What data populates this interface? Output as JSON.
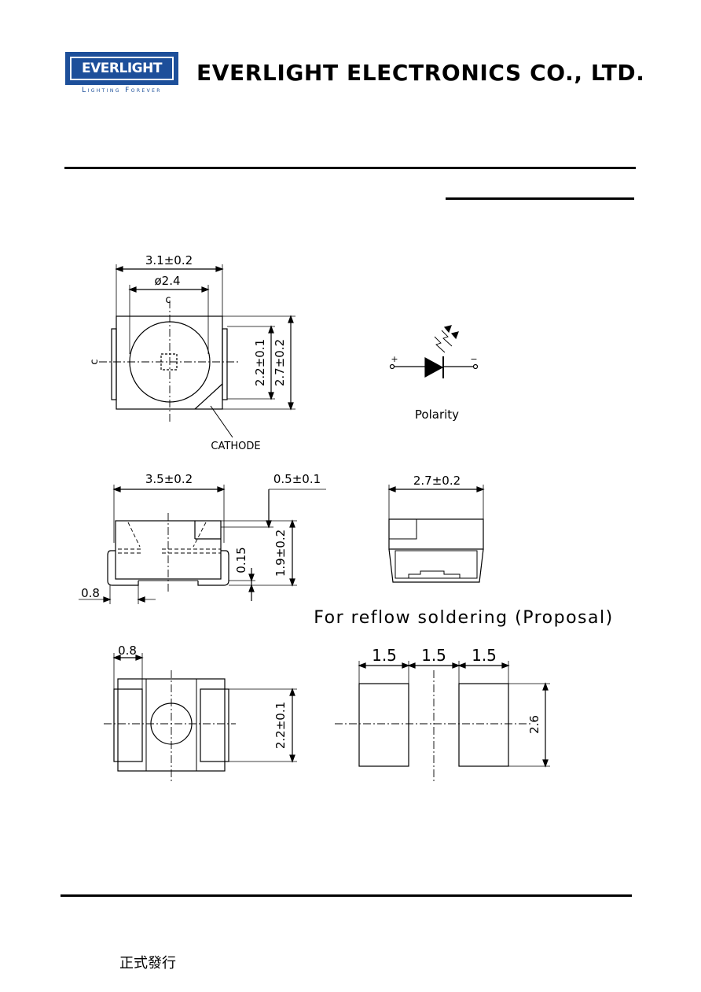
{
  "header": {
    "logo_text": "EVERLIGHT",
    "logo_tagline": "Lighting Forever",
    "company_name": "EVERLIGHT ELECTRONICS CO., LTD."
  },
  "colors": {
    "brand": "#1d4f9a",
    "line": "#000000"
  },
  "top_view": {
    "width_dim": "3.1±0.2",
    "lens_dim": "ø2.4",
    "center_mark": "c",
    "center_mark_side": "c",
    "height_dim_inner": "2.2±0.1",
    "height_dim_outer": "2.7±0.2",
    "cathode_label": "CATHODE"
  },
  "polarity": {
    "plus": "+",
    "minus": "−",
    "label": "Polarity"
  },
  "side_view": {
    "width_dim": "3.5±0.2",
    "lead_dim": "0.5±0.1",
    "height_dim": "1.9±0.2",
    "standoff_dim": "0.15",
    "pad_dim": "0.8"
  },
  "end_view": {
    "width_dim": "2.7±0.2"
  },
  "reflow": {
    "title": "For reflow soldering (Proposal)",
    "bottom_pad_dim": "0.8",
    "bottom_height_dim": "2.2±0.1",
    "pad_dims": [
      "1.5",
      "1.5",
      "1.5"
    ],
    "pad_height_dim": "2.6"
  },
  "footer": {
    "status_text": "正式發行"
  }
}
